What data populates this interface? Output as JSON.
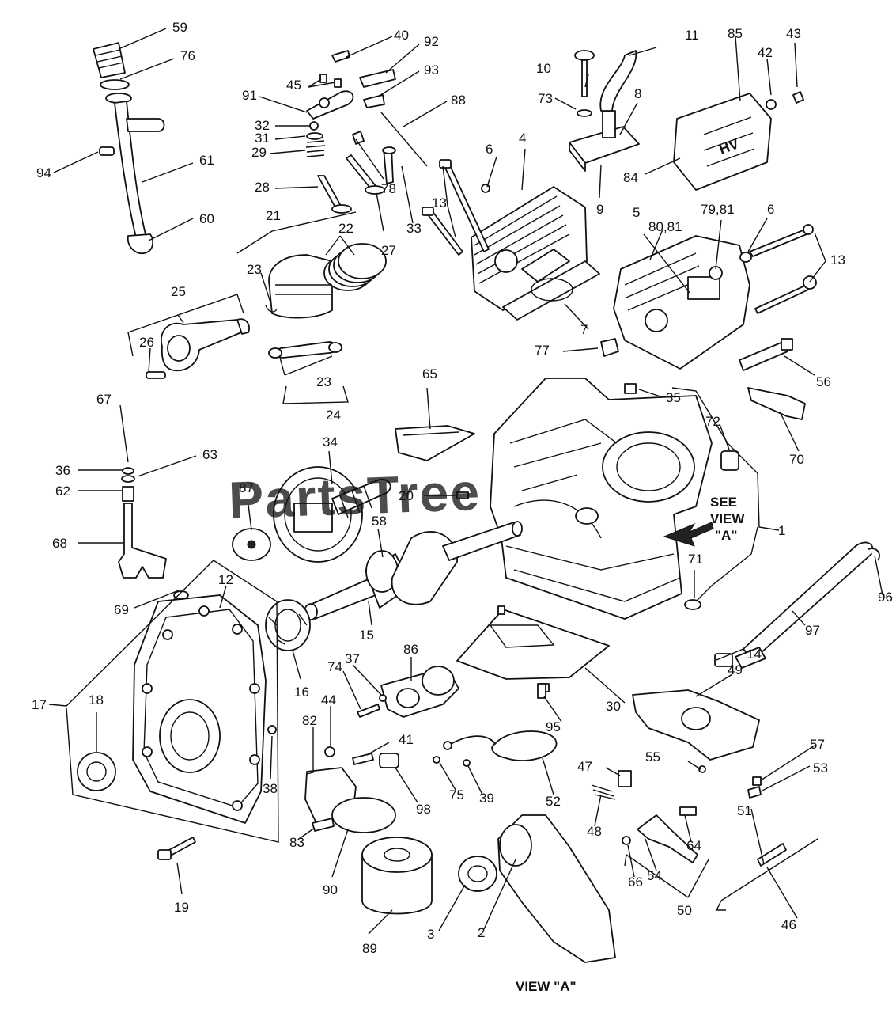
{
  "diagram": {
    "watermark": "PartsTree",
    "see_view_note": [
      "SEE",
      "VIEW",
      "\"A\""
    ],
    "view_caption": "VIEW \"A\"",
    "callouts": [
      "1",
      "2",
      "3",
      "4",
      "5",
      "6",
      "6",
      "7",
      "8",
      "9",
      "10",
      "11",
      "12",
      "13",
      "13",
      "14",
      "15",
      "16",
      "17",
      "18",
      "19",
      "20",
      "21",
      "22",
      "23",
      "23",
      "24",
      "25",
      "26",
      "27",
      "28",
      "29",
      "30",
      "31",
      "32",
      "33",
      "34",
      "35",
      "36",
      "37",
      "38",
      "39",
      "40",
      "41",
      "42",
      "43",
      "44",
      "45",
      "46",
      "47",
      "48",
      "49",
      "50",
      "51",
      "52",
      "53",
      "54",
      "55",
      "56",
      "57",
      "58",
      "59",
      "60",
      "61",
      "62",
      "63",
      "64",
      "65",
      "66",
      "67",
      "68",
      "69",
      "70",
      "71",
      "72",
      "73",
      "74",
      "75",
      "76",
      "77",
      "78",
      "79,81",
      "80,81",
      "82",
      "83",
      "84",
      "85",
      "86",
      "87",
      "88",
      "89",
      "90",
      "91",
      "92",
      "93",
      "94",
      "95",
      "96",
      "97",
      "98"
    ]
  }
}
